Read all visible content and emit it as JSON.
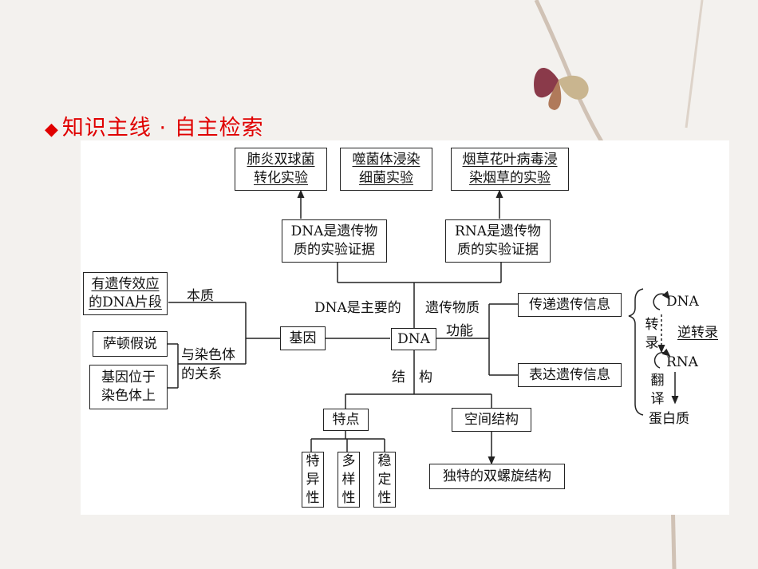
{
  "title": "知识主线 · 自主检索",
  "boxes": {
    "pneumococcus": [
      "肺炎双球菌",
      "转化实验"
    ],
    "phage": [
      "噬菌体浸染",
      "细菌实验"
    ],
    "tmv": [
      "烟草花叶病毒浸",
      "染烟草的实验"
    ],
    "dna_evidence": [
      "DNA是遗传物",
      "质的实验证据"
    ],
    "rna_evidence": [
      "RNA是遗传物",
      "质的实验证据"
    ],
    "genetic_effect": [
      "有遗传效应",
      "的DNA片段"
    ],
    "sutton": "萨顿假说",
    "gene_on_chromosome": [
      "基因位于",
      "染色体上"
    ],
    "gene": "基因",
    "dna": "DNA",
    "transmit": "传递遗传信息",
    "express": "表达遗传信息",
    "features": "特点",
    "spatial": "空间结构",
    "specificity": "特异性",
    "diversity": "多样性",
    "stability": "稳定性",
    "double_helix": "独特的双螺旋结构"
  },
  "labels": {
    "essence": "本质",
    "with_chromosome": [
      "与染色体",
      "的关系"
    ],
    "main_material_left": "DNA是主要的",
    "main_material_right": "遗传物质",
    "function": "功能",
    "structure_1": "结",
    "structure_2": "构"
  },
  "central_dogma": {
    "dna": "DNA",
    "transcription": "转录",
    "reverse_transcription": "逆转录",
    "rna": "RNA",
    "translation": "翻译",
    "protein": "蛋白质"
  }
}
